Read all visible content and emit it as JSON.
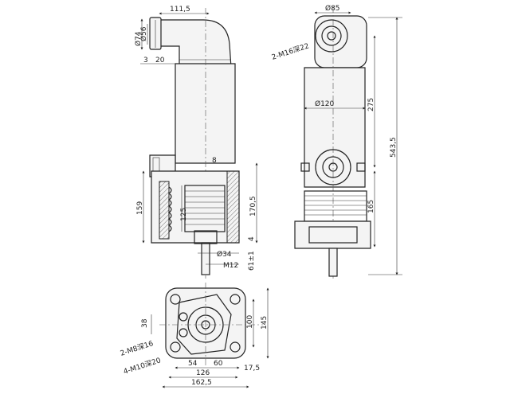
{
  "labels": {
    "w111_5": "111,5",
    "d74": "Ø74",
    "d56": "Ø56",
    "l3": "3",
    "l20": "20",
    "h159": "159",
    "h125": "125",
    "h170_5": "170,5",
    "l8": "8",
    "l4": "4",
    "d34": "Ø34",
    "m12": "M12",
    "l61": "61±1",
    "d85": "Ø85",
    "m16": "2-M16深22",
    "d120": "Ø120",
    "h275": "275",
    "h543_5": "543,5",
    "h165": "165",
    "l38": "38",
    "h100": "100",
    "h145": "145",
    "m8": "2-M8深16",
    "m10": "4-M10深20",
    "w54": "54",
    "w60": "60",
    "w17_5": "17,5",
    "w126": "126",
    "w162_5": "162,5"
  }
}
